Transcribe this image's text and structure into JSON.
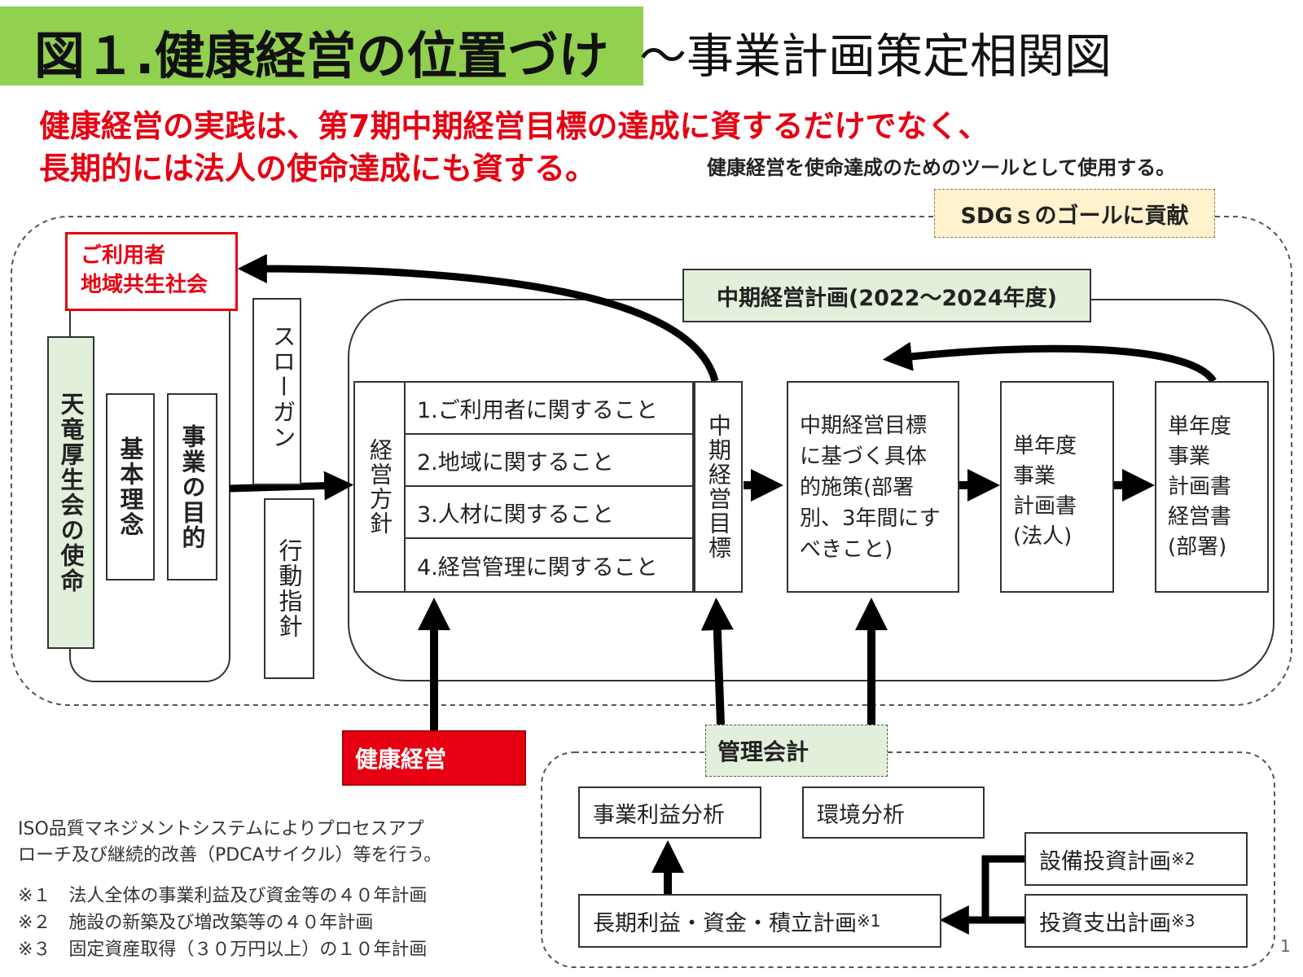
{
  "title": {
    "main": "図１.健康経営の位置づけ",
    "sub": "～事業計画策定相関図"
  },
  "lead": {
    "line1": "健康経営の実践は、第7期中期経営目標の達成に資するだけでなく、",
    "line2": "長期的には法人の使命達成にも資する。",
    "tool_note": "健康経営を使命達成のためのツールとして使用する。"
  },
  "sdgs_label": "SDGｓのゴールに貢献",
  "stakeholders": [
    "ご利用者",
    "地域共生社会"
  ],
  "mission_column": {
    "mission": "天竜厚生会の使命",
    "philosophy": "基本理念",
    "purpose": "事業の目的"
  },
  "slogan": "スローガン",
  "action_guideline": "行動指針",
  "midterm_plan_label": "中期経営計画(2022～2024年度)",
  "management_policy": {
    "label": "経営方針",
    "items": [
      "1.ご利用者に関すること",
      "2.地域に関すること",
      "3.人材に関すること",
      "4.経営管理に関すること"
    ]
  },
  "midterm_target": "中期経営目標",
  "measures": "中期経営目標に基づく具体的施策(部署別、3年間にすべきこと)",
  "annual_plan_corp": [
    "単年度",
    "事業",
    "計画書",
    "(法人)"
  ],
  "annual_plan_dept": [
    "単年度",
    "事業",
    "計画書",
    "経営書",
    "(部署)"
  ],
  "health_management": "健康経営",
  "management_accounting": "管理会計",
  "accounting_items": {
    "profit_analysis": "事業利益分析",
    "env_analysis": "環境分析",
    "long_term": "長期利益・資金・積立計画",
    "long_term_mark": "※1",
    "capex": "設備投資計画",
    "capex_mark": "※2",
    "investment": "投資支出計画",
    "investment_mark": "※3"
  },
  "iso_note": [
    "ISO品質マネジメントシステムによりプロセスアプ",
    "ローチ及び継続的改善（PDCAサイクル）等を行う。"
  ],
  "footnotes": [
    "※１　法人全体の事業利益及び資金等の４０年計画",
    "※２　施設の新築及び増改築等の４０年計画",
    "※３　固定資産取得（３０万円以上）の１０年計画"
  ],
  "page_number": "1"
}
